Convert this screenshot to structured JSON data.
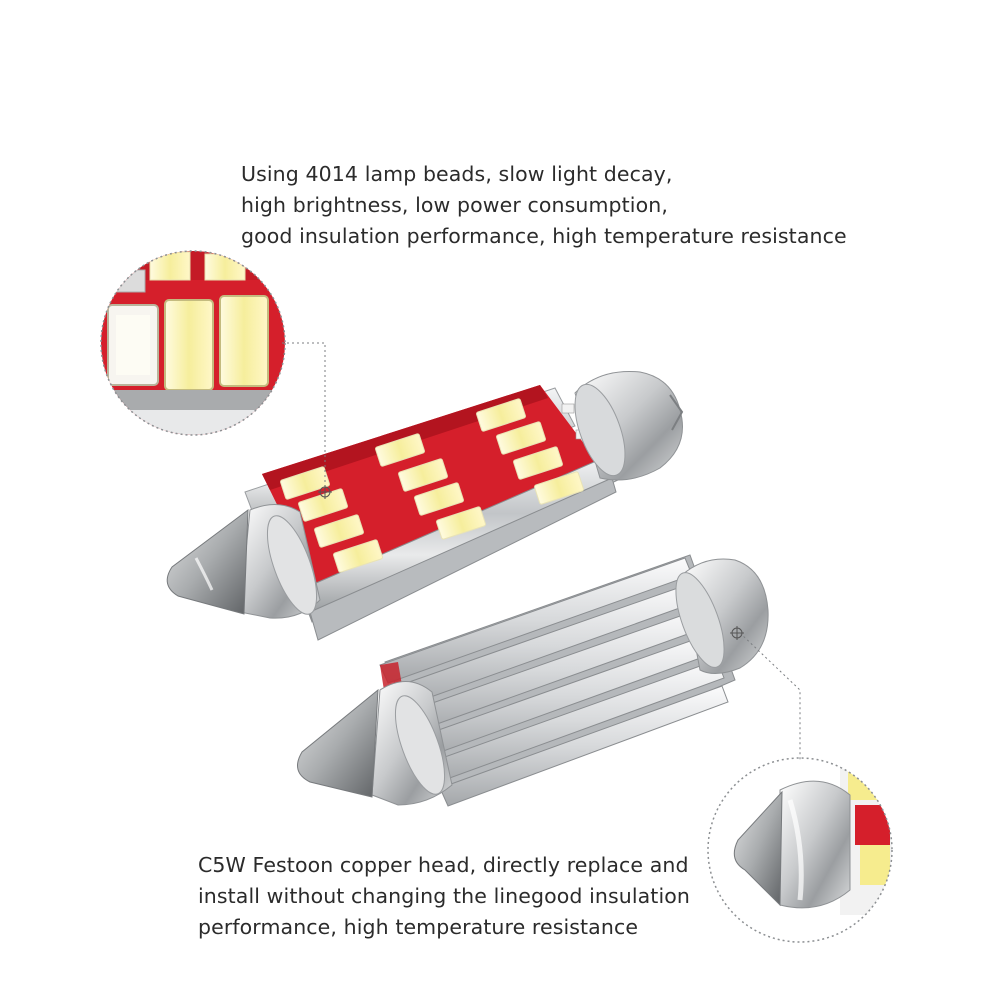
{
  "captions": {
    "top": [
      "Using 4014 lamp beads, slow light decay,",
      "high brightness, low power consumption,",
      "good insulation performance, high temperature resistance"
    ],
    "bottom": [
      "C5W Festoon copper head, directly replace and",
      "install without changing the linegood insulation",
      "performance, high temperature resistance"
    ]
  },
  "colors": {
    "background": "#ffffff",
    "text": "#2b2b2b",
    "pcb_red": "#d51f2b",
    "led_yellow": "#f4ec9a",
    "metal": "#c9cbcd"
  },
  "icons": {
    "led_bulb_front": "festoon-led-bulb-pcb-side",
    "led_bulb_back": "festoon-led-bulb-heatsink-side",
    "zoom_leds": "magnified-led-chips",
    "zoom_cap": "magnified-copper-cap"
  }
}
